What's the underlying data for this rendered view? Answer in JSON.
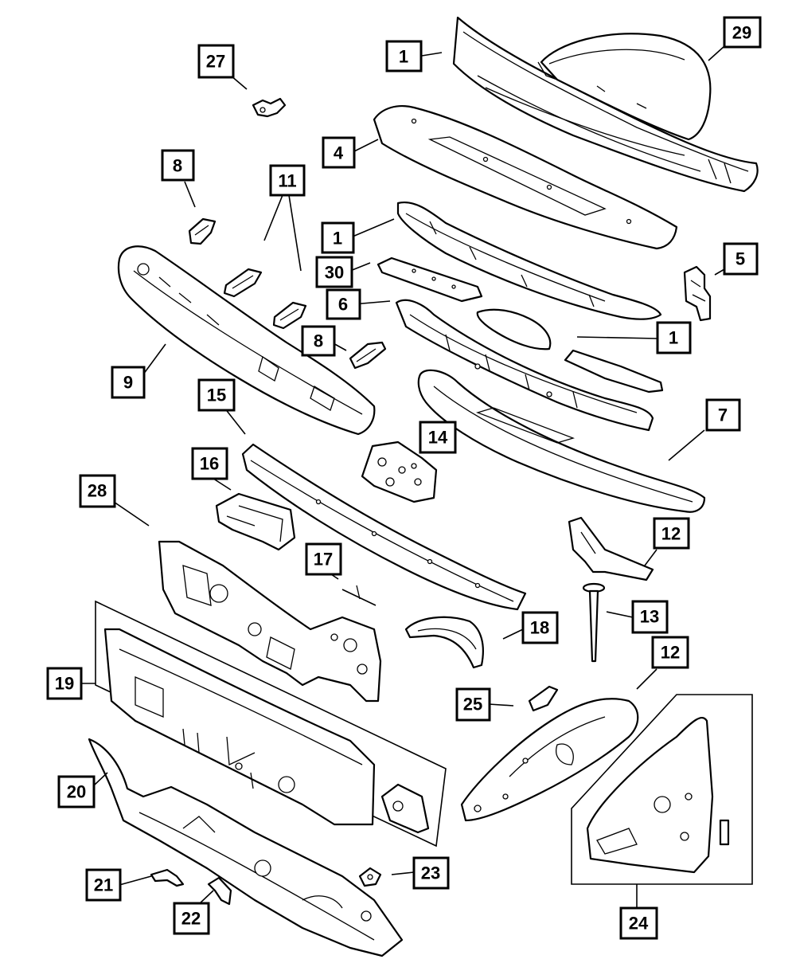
{
  "callouts": [
    {
      "id": "c1a",
      "label": "1"
    },
    {
      "id": "c29",
      "label": "29"
    },
    {
      "id": "c27",
      "label": "27"
    },
    {
      "id": "c4",
      "label": "4"
    },
    {
      "id": "c8a",
      "label": "8"
    },
    {
      "id": "c11",
      "label": "11"
    },
    {
      "id": "c1b",
      "label": "1"
    },
    {
      "id": "c30",
      "label": "30"
    },
    {
      "id": "c5",
      "label": "5"
    },
    {
      "id": "c6",
      "label": "6"
    },
    {
      "id": "c8b",
      "label": "8"
    },
    {
      "id": "c1c",
      "label": "1"
    },
    {
      "id": "c9",
      "label": "9"
    },
    {
      "id": "c15",
      "label": "15"
    },
    {
      "id": "c14",
      "label": "14"
    },
    {
      "id": "c7",
      "label": "7"
    },
    {
      "id": "c16",
      "label": "16"
    },
    {
      "id": "c28",
      "label": "28"
    },
    {
      "id": "c12a",
      "label": "12"
    },
    {
      "id": "c17",
      "label": "17"
    },
    {
      "id": "c13",
      "label": "13"
    },
    {
      "id": "c18",
      "label": "18"
    },
    {
      "id": "c12b",
      "label": "12"
    },
    {
      "id": "c19",
      "label": "19"
    },
    {
      "id": "c25",
      "label": "25"
    },
    {
      "id": "c20",
      "label": "20"
    },
    {
      "id": "c21",
      "label": "21"
    },
    {
      "id": "c23",
      "label": "23"
    },
    {
      "id": "c22",
      "label": "22"
    },
    {
      "id": "c24",
      "label": "24"
    }
  ]
}
